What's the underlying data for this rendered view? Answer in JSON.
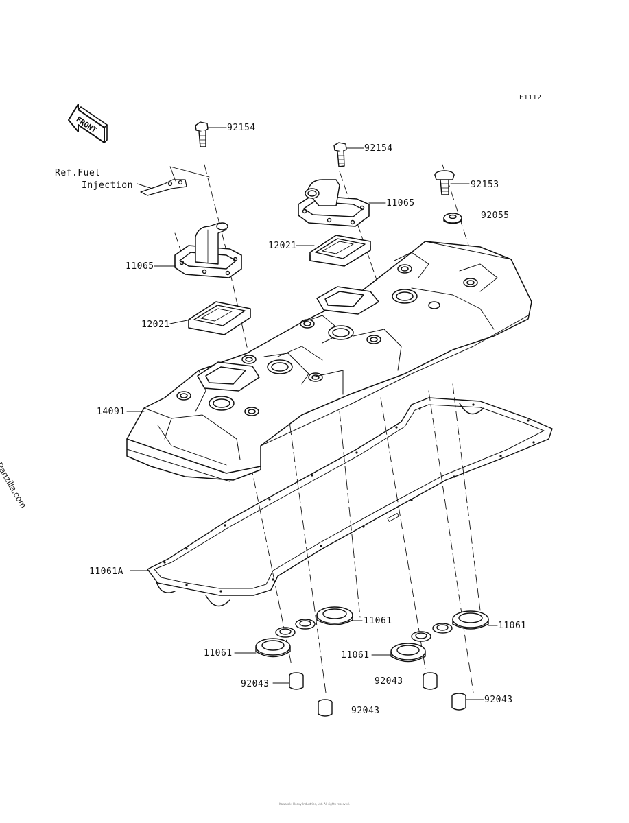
{
  "diagram_code": "E1112",
  "watermark": "© Partzilla.com",
  "front_label": "FRONT",
  "ref_note": [
    "Ref.Fuel",
    "Injection"
  ],
  "callouts": {
    "bolt_left": "92154",
    "bolt_right": "92154",
    "bolt_92153": "92153",
    "washer_92055": "92055",
    "breather_cover_left": "11065",
    "breather_cover_right": "11065",
    "plate_left": "12021",
    "plate_right": "12021",
    "cylinder_head_cover": "14091",
    "gasket_main": "11061A",
    "gasket_plug_l1": "11061",
    "gasket_plug_l2": "11061",
    "gasket_plug_r1": "11061",
    "gasket_plug_r2": "11061",
    "dowel_1": "92043",
    "dowel_2": "92043",
    "dowel_3": "92043",
    "dowel_4": "92043"
  },
  "copyright": "Kawasaki Heavy Industries, Ltd. All rights reserved."
}
